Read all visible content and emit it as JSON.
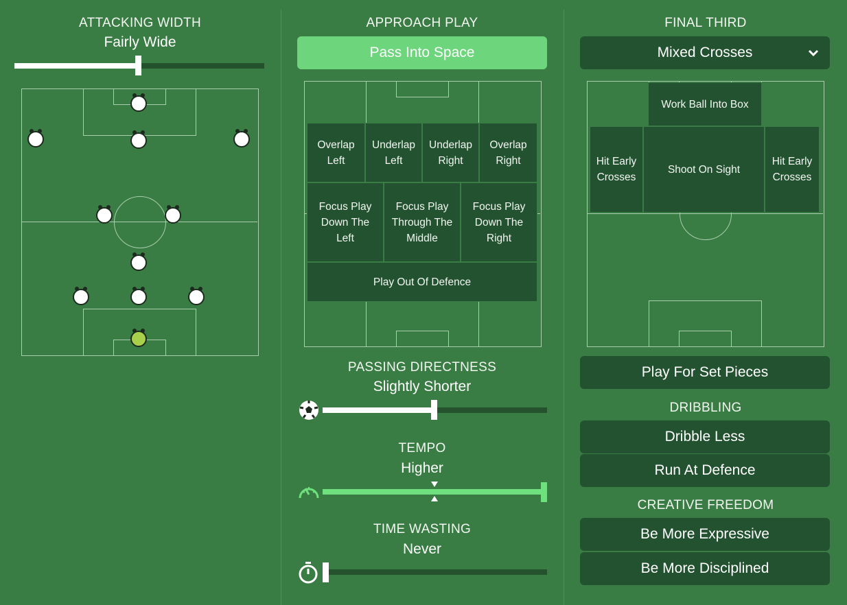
{
  "attacking_width": {
    "title": "ATTACKING WIDTH",
    "value": "Fairly Wide",
    "level_fraction": 0.5
  },
  "approach_play": {
    "title": "APPROACH PLAY",
    "selected": "Pass Into Space",
    "zones": {
      "overlap_left": "Overlap\nLeft",
      "underlap_left": "Underlap\nLeft",
      "underlap_right": "Underlap\nRight",
      "overlap_right": "Overlap\nRight",
      "focus_left": "Focus Play\nDown The\nLeft",
      "focus_middle": "Focus Play\nThrough The\nMiddle",
      "focus_right": "Focus Play\nDown The\nRight",
      "play_out_defence": "Play Out Of Defence"
    }
  },
  "passing_directness": {
    "title": "PASSING DIRECTNESS",
    "value": "Slightly Shorter",
    "icon": "football-icon",
    "level_fraction": 0.5
  },
  "tempo": {
    "title": "TEMPO",
    "value": "Higher",
    "icon": "speedometer-icon",
    "level_fraction": 1.0,
    "accent": "#6ee07e"
  },
  "time_wasting": {
    "title": "TIME WASTING",
    "value": "Never",
    "icon": "stopwatch-icon",
    "level_fraction": 0.0
  },
  "final_third": {
    "title": "FINAL THIRD",
    "dropdown_value": "Mixed Crosses",
    "zones": {
      "work_ball": "Work Ball Into Box",
      "hit_early_left": "Hit Early\nCrosses",
      "shoot_on_sight": "Shoot On Sight",
      "hit_early_right": "Hit Early\nCrosses"
    },
    "set_pieces_button": "Play For Set Pieces"
  },
  "dribbling": {
    "title": "DRIBBLING",
    "options": [
      "Dribble Less",
      "Run At Defence"
    ]
  },
  "creative_freedom": {
    "title": "CREATIVE FREEDOM",
    "options": [
      "Be More Expressive",
      "Be More Disciplined"
    ]
  },
  "colors": {
    "background": "#3a7d44",
    "button": "#235230",
    "selected": "#6dd67c",
    "goalkeeper": "#a8d04a"
  }
}
